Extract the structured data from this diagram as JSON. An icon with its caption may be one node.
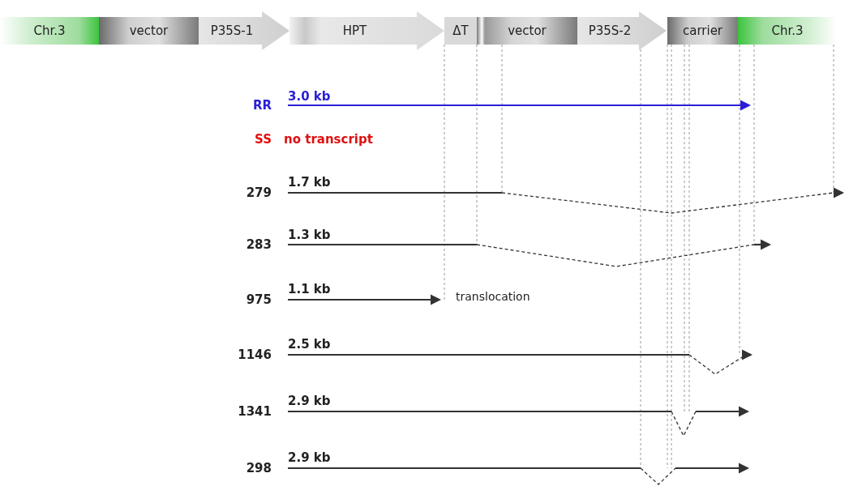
{
  "diagram": {
    "nodes": [
      {
        "text": [
          "Chr.3"
        ]
      },
      {
        "text": [
          "vector"
        ]
      },
      {
        "text": [
          "P35S-1"
        ]
      },
      {
        "text": [
          "HPT"
        ]
      },
      {
        "text": [
          "ΔT"
        ]
      },
      {
        "text": [
          "vector"
        ]
      },
      {
        "text": [
          "P35S-2"
        ]
      },
      {
        "text": [
          "carrier"
        ]
      },
      {
        "text": [
          "Chr.3"
        ]
      }
    ],
    "labels": [
      "RR",
      "3.0 kb",
      "SS",
      "no transcript",
      "279",
      "1.7 kb",
      "283",
      "1.3 kb",
      "975",
      "1.1 kb",
      "translocation",
      "1146",
      "2.5 kb",
      "1341",
      "2.9 kb",
      "298",
      "2.9 kb"
    ]
  }
}
